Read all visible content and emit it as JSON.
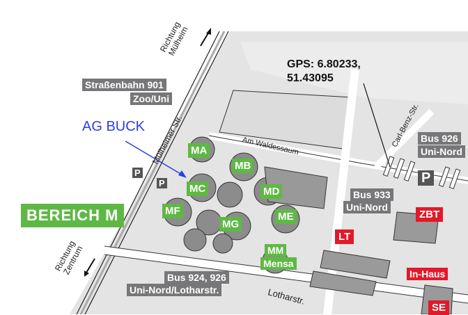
{
  "directions": {
    "north": "Richtung Mülheim",
    "south": "Richtung Zentrum"
  },
  "streets": {
    "muelheimer": "Mülheimer Str.",
    "waldessaum": "Am Waldessaum",
    "carl_benz": "Carl-Benz-Str.",
    "lothar": "Lotharstr."
  },
  "stops": {
    "tram": {
      "line1": "Straßenbahn 901",
      "line2": "Zoo/Uni"
    },
    "bus926": {
      "line1": "Bus 926",
      "line2": "Uni-Nord"
    },
    "bus933": {
      "line1": "Bus 933",
      "line2": "Uni-Nord"
    },
    "bus924": {
      "line1": "Bus 924, 926",
      "line2": "Uni-Nord/Lotharstr."
    }
  },
  "annotation": {
    "group": "AG BUCK",
    "gps_line1": "GPS: 6.80233,",
    "gps_line2": "51.43095"
  },
  "area": "BEREICH M",
  "buildings_green": {
    "ma": "MA",
    "mb": "MB",
    "mc": "MC",
    "md": "MD",
    "me": "ME",
    "mf": "MF",
    "mg": "MG",
    "mm": "MM",
    "mensa": "Mensa"
  },
  "buildings_red": {
    "zbt": "ZBT",
    "lt": "LT",
    "inhaus": "In-Haus",
    "se": "SE"
  },
  "parking": "P",
  "colors": {
    "green": "#5fb845",
    "red": "#e2192a",
    "label_gray": "#77777a",
    "annotation_blue": "#2b3fe0"
  }
}
